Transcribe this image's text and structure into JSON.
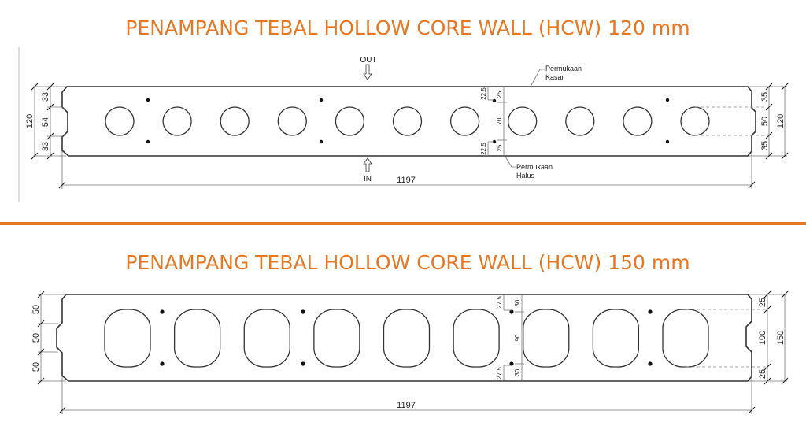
{
  "colors": {
    "accent": "#E87722",
    "line": "#333333"
  },
  "panel_120": {
    "title": "PENAMPANG TEBAL HOLLOW CORE WALL (HCW) 120 mm",
    "out_label": "OUT",
    "in_label": "IN",
    "rough_surface": [
      "Permukaan",
      "Kasar"
    ],
    "smooth_surface": [
      "Permukaan",
      "Halus"
    ],
    "left_dims": {
      "total": "120",
      "top": "33",
      "mid": "54",
      "bottom": "33"
    },
    "right_dims": {
      "total": "120",
      "top": "35",
      "mid": "50",
      "bottom": "35"
    },
    "joint_dims": {
      "top_outer": "22.5",
      "top": "25",
      "mid": "70",
      "bottom": "25",
      "bottom_outer": "22.5"
    },
    "width": "1197",
    "hole_count": 11
  },
  "panel_150": {
    "title": "PENAMPANG TEBAL HOLLOW CORE WALL (HCW) 150 mm",
    "left_dims": {
      "top": "50",
      "mid": "50",
      "bottom": "50"
    },
    "right_dims": {
      "total": "150",
      "top": "25",
      "mid": "100",
      "bottom": "25"
    },
    "joint_dims": {
      "top_outer": "27.5",
      "top": "30",
      "mid": "90",
      "bottom": "30",
      "bottom_outer": "27.5"
    },
    "width": "1197",
    "hole_count": 9
  }
}
